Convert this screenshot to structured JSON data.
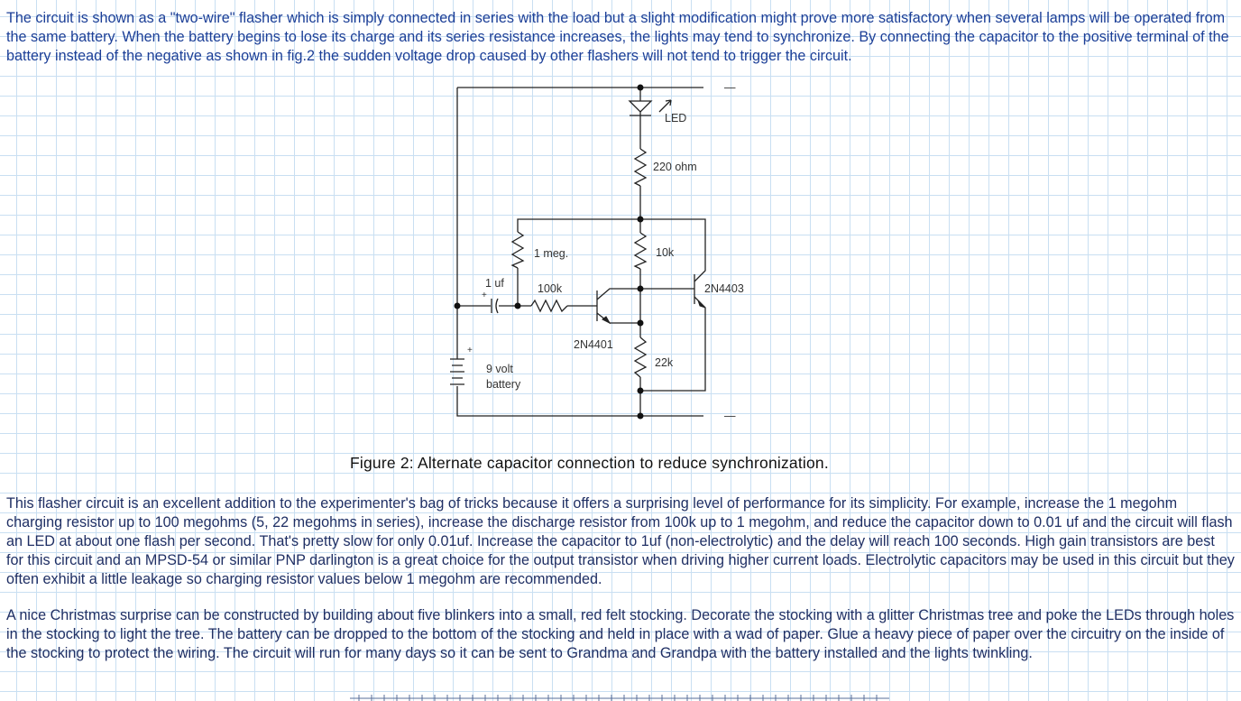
{
  "paragraphs": [
    "The circuit is shown as a \"two-wire\" flasher which is simply connected in series with the load but a slight modification might prove more satisfactory when several lamps will be operated from the same battery. When the battery begins to lose its charge and its series resistance increases, the lights may tend to synchronize. By connecting the capacitor to the positive terminal of the battery instead of the negative as shown in fig.2 the sudden voltage drop caused by other flashers will not tend to trigger the circuit.",
    "This flasher circuit is an excellent addition to the experimenter's bag of tricks because it offers a surprising level of performance for its simplicity. For example, increase the 1 megohm charging resistor up to 100 megohms (5, 22 megohms in series), increase the discharge resistor from 100k up to 1 megohm, and reduce the capacitor down to 0.01 uf and the circuit will flash an LED at about one flash per second. That's pretty slow for only 0.01uf. Increase the capacitor to 1uf (non-electrolytic) and the delay will reach 100 seconds. High gain transistors are best for this circuit and an MPSD-54 or similar PNP darlington is a great choice for the output transistor when driving higher current loads. Electrolytic capacitors may be used in this circuit but they often exhibit a little leakage so charging resistor values below 1 megohm are recommended.",
    "A nice Christmas surprise can be constructed by building about five blinkers into a small, red felt stocking. Decorate the stocking with a glitter Christmas tree and poke the LEDs through holes in the stocking to light the tree. The battery can be dropped to the bottom of the stocking and held in place with a wad of paper. Glue a heavy piece of paper over the circuitry on the inside of the stocking to protect the wiring. The circuit will run for many days so it can be sent to Grandma and Grandpa with the battery installed and the lights twinkling."
  ],
  "figure": {
    "caption": "Figure 2: Alternate capacitor connection to reduce synchronization.",
    "labels": {
      "led": "LED",
      "r_220": "220 ohm",
      "r_1meg": "1 meg.",
      "r_10k": "10k",
      "cap_1uf": "1 uf",
      "r_100k": "100k",
      "q_2n4403": "2N4403",
      "q_2n4401": "2N4401",
      "r_22k": "22k",
      "battery_line1": "9 volt",
      "battery_line2": "battery",
      "plus_cap": "+",
      "plus_batt": "+",
      "term_top": "—",
      "term_bottom": "—"
    }
  },
  "colors": {
    "body_text": "#1f2f64",
    "intro_text": "#1c3f97",
    "grid": "#c9dff2",
    "wire": "#222222"
  }
}
